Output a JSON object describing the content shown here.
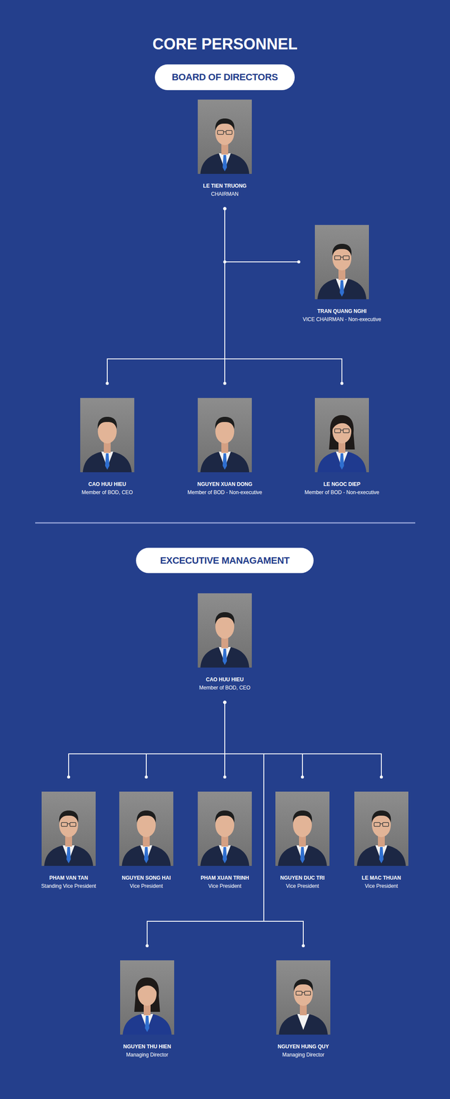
{
  "diagram": {
    "title": "CORE PERSONNEL",
    "nodes": [
      {
        "text": [
          "BOARD OF DIRECTORS"
        ]
      },
      {
        "text": [
          "LE TIEN TRUONG",
          "CHAIRMAN"
        ]
      },
      {
        "text": [
          "TRAN QUANG NGHI",
          "VICE CHAIRMAN - Non-executive"
        ]
      },
      {
        "text": [
          "CAO HUU HIEU",
          "Member of BOD, CEO"
        ]
      },
      {
        "text": [
          "NGUYEN XUAN DONG",
          "Member of BOD - Non-executive"
        ]
      },
      {
        "text": [
          "LE NGOC DIEP",
          "Member of BOD - Non-executive"
        ]
      },
      {
        "text": [
          "EXCECUTIVE MANAGAMENT"
        ]
      },
      {
        "text": [
          "CAO HUU HIEU",
          "Member of BOD, CEO"
        ]
      },
      {
        "text": [
          "PHAM VAN TAN",
          "Standing Vice President"
        ]
      },
      {
        "text": [
          "NGUYEN SONG HAI",
          "Vice President"
        ]
      },
      {
        "text": [
          "PHAM XUAN TRINH",
          "Vice President"
        ]
      },
      {
        "text": [
          "NGUYEN DUC TRI",
          "Vice President"
        ]
      },
      {
        "text": [
          "LE MAC THUAN",
          "Vice President"
        ]
      },
      {
        "text": [
          "NGUYEN THU HIEN",
          "Managing Director"
        ]
      },
      {
        "text": [
          "NGUYEN HUNG QUY",
          "Managing Director"
        ]
      }
    ],
    "edges": [
      {
        "from": 1,
        "to": 2,
        "arrow": "none"
      },
      {
        "from": 1,
        "to": 3,
        "arrow": "none"
      },
      {
        "from": 1,
        "to": 4,
        "arrow": "none"
      },
      {
        "from": 1,
        "to": 5,
        "arrow": "none"
      },
      {
        "from": 7,
        "to": 8,
        "arrow": "none"
      },
      {
        "from": 7,
        "to": 9,
        "arrow": "none"
      },
      {
        "from": 7,
        "to": 10,
        "arrow": "none"
      },
      {
        "from": 7,
        "to": 11,
        "arrow": "none"
      },
      {
        "from": 7,
        "to": 12,
        "arrow": "none"
      },
      {
        "from": 7,
        "to": 13,
        "arrow": "none"
      },
      {
        "from": 7,
        "to": 14,
        "arrow": "none"
      }
    ]
  }
}
